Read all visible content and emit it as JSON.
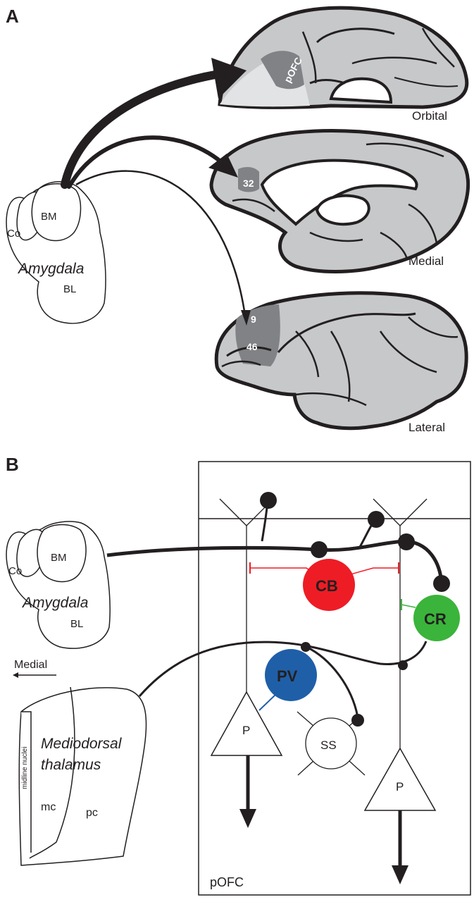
{
  "panel_a": {
    "letter": "A",
    "views": {
      "orbital": "Orbital",
      "medial": "Medial",
      "lateral": "Lateral"
    },
    "areas": {
      "orbital": "pOFC",
      "medial": "32",
      "lateral_top": "9",
      "lateral_bottom": "46"
    },
    "amygdala": {
      "title": "Amygdala",
      "bm": "BM",
      "co": "Co",
      "bl": "BL"
    }
  },
  "panel_b": {
    "letter": "B",
    "amygdala": {
      "title": "Amygdala",
      "bm": "BM",
      "co": "Co",
      "bl": "BL"
    },
    "medial_arrow": "Medial",
    "thalamus": {
      "title_line1": "Mediodorsal",
      "title_line2": "thalamus",
      "midline": "midline nuclei",
      "mc": "mc",
      "pc": "pc"
    },
    "cells": {
      "cb": "CB",
      "cr": "CR",
      "pv": "PV",
      "ss": "SS",
      "p_left": "P",
      "p_right": "P"
    },
    "region": "pOFC",
    "colors": {
      "cb": "#ee1c25",
      "cr": "#3ab43a",
      "pv": "#1f5fa8",
      "cortex": "#c6c8ca",
      "area_dark": "#808285",
      "area_light": "#e2e3e4"
    }
  }
}
